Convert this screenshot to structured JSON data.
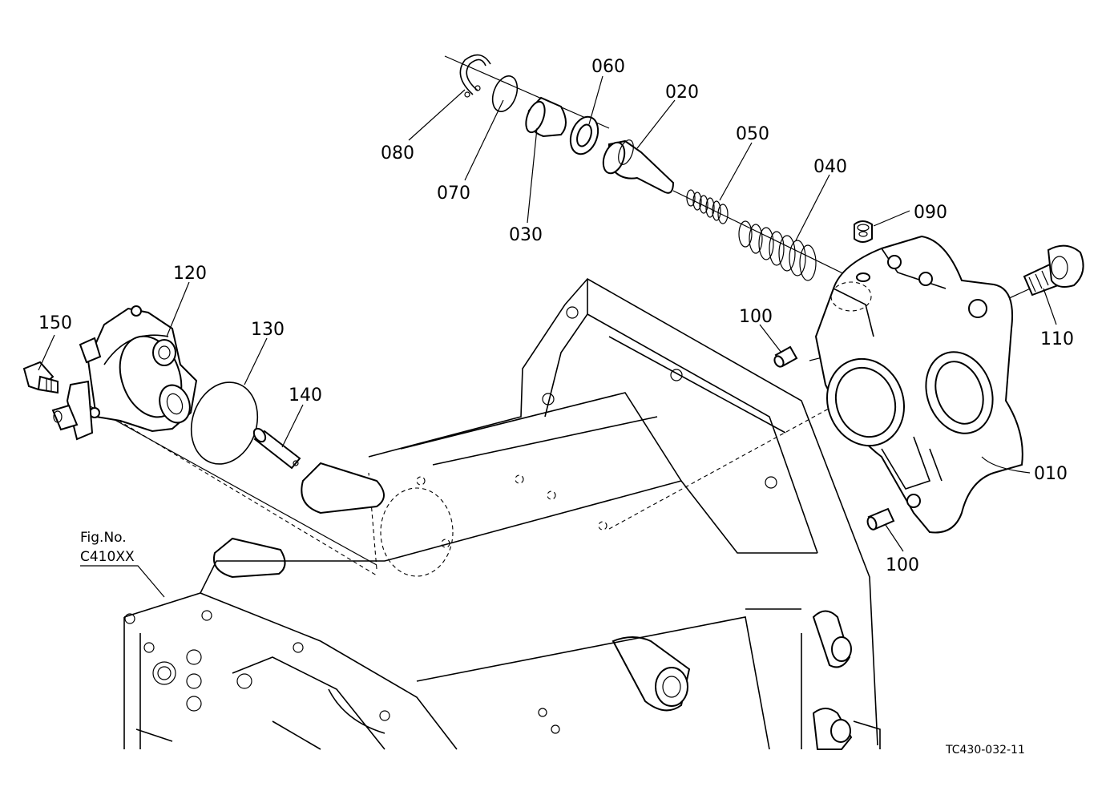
{
  "callouts": {
    "p080": "080",
    "p070": "070",
    "p030": "030",
    "p060": "060",
    "p020": "020",
    "p050": "050",
    "p040": "040",
    "p090": "090",
    "p120": "120",
    "p150": "150",
    "p130": "130",
    "p140": "140",
    "p100_top": "100",
    "p100_bottom": "100",
    "p110": "110",
    "p010": "010"
  },
  "figure_ref": {
    "line1": "Fig.No.",
    "line2": "C410XX"
  },
  "drawing_code": "TC430-032-11"
}
